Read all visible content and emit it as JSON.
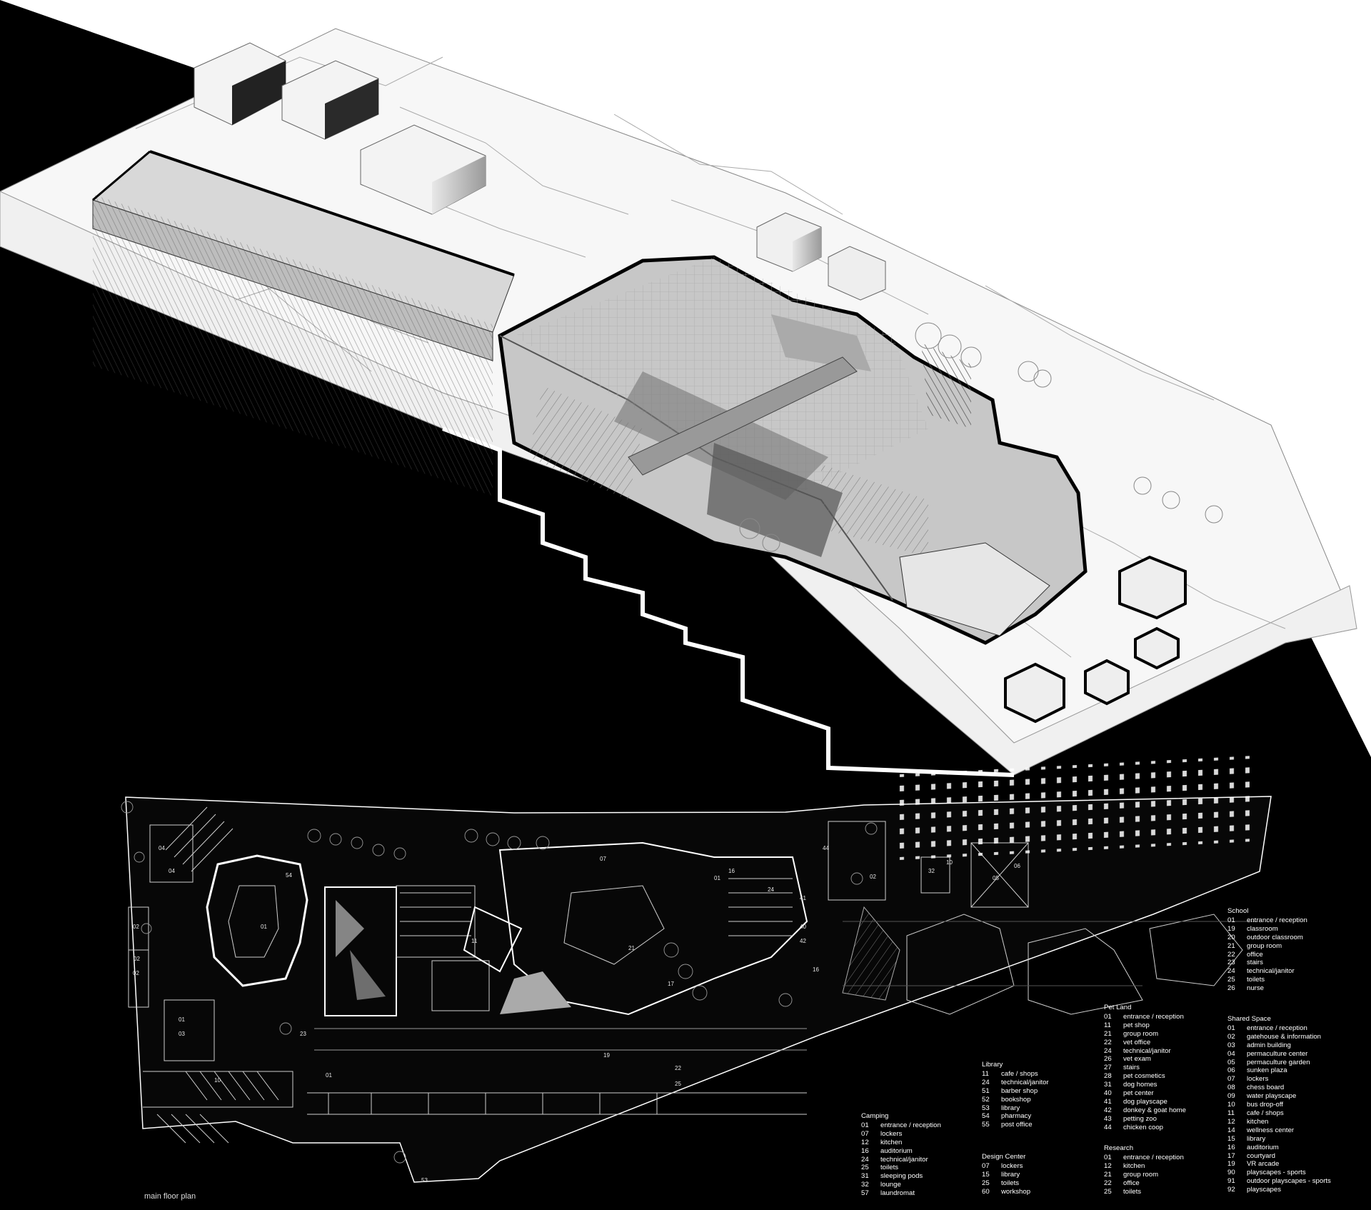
{
  "caption": "main floor plan",
  "plan_labels": [
    "04",
    "04",
    "02",
    "02",
    "02",
    "01",
    "03",
    "10",
    "01",
    "54",
    "23",
    "01",
    "22",
    "25",
    "24",
    "41",
    "40",
    "42",
    "16",
    "17",
    "19",
    "01",
    "16",
    "44",
    "02",
    "32",
    "10",
    "05",
    "06",
    "07",
    "21",
    "11",
    "53"
  ],
  "legends": [
    {
      "id": "camping",
      "title": "Camping",
      "items": [
        [
          "01",
          "entrance / reception"
        ],
        [
          "07",
          "lockers"
        ],
        [
          "12",
          "kitchen"
        ],
        [
          "16",
          "auditorium"
        ],
        [
          "24",
          "technical/janitor"
        ],
        [
          "25",
          "toilets"
        ],
        [
          "31",
          "sleeping pods"
        ],
        [
          "32",
          "lounge"
        ],
        [
          "57",
          "laundromat"
        ]
      ]
    },
    {
      "id": "library",
      "title": "Library",
      "items": [
        [
          "11",
          "cafe / shops"
        ],
        [
          "24",
          "technical/janitor"
        ],
        [
          "51",
          "barber shop"
        ],
        [
          "52",
          "bookshop"
        ],
        [
          "53",
          "library"
        ],
        [
          "54",
          "pharmacy"
        ],
        [
          "55",
          "post office"
        ]
      ]
    },
    {
      "id": "design-center",
      "title": "Design Center",
      "items": [
        [
          "07",
          "lockers"
        ],
        [
          "15",
          "library"
        ],
        [
          "25",
          "toilets"
        ],
        [
          "60",
          "workshop"
        ]
      ]
    },
    {
      "id": "pet-land",
      "title": "Pet Land",
      "items": [
        [
          "01",
          "entrance / reception"
        ],
        [
          "11",
          "pet shop"
        ],
        [
          "21",
          "group room"
        ],
        [
          "22",
          "vet office"
        ],
        [
          "24",
          "technical/janitor"
        ],
        [
          "26",
          "vet exam"
        ],
        [
          "27",
          "stairs"
        ],
        [
          "28",
          "pet cosmetics"
        ],
        [
          "31",
          "dog homes"
        ],
        [
          "40",
          "pet center"
        ],
        [
          "41",
          "dog playscape"
        ],
        [
          "42",
          "donkey & goat home"
        ],
        [
          "43",
          "petting zoo"
        ],
        [
          "44",
          "chicken coop"
        ]
      ]
    },
    {
      "id": "research",
      "title": "Research",
      "items": [
        [
          "01",
          "entrance / reception"
        ],
        [
          "12",
          "kitchen"
        ],
        [
          "21",
          "group room"
        ],
        [
          "22",
          "office"
        ],
        [
          "25",
          "toilets"
        ]
      ]
    },
    {
      "id": "school",
      "title": "School",
      "items": [
        [
          "01",
          "entrance / reception"
        ],
        [
          "19",
          "classroom"
        ],
        [
          "20",
          "outdoor classroom"
        ],
        [
          "21",
          "group room"
        ],
        [
          "22",
          "office"
        ],
        [
          "23",
          "stairs"
        ],
        [
          "24",
          "technical/janitor"
        ],
        [
          "25",
          "toilets"
        ],
        [
          "26",
          "nurse"
        ]
      ]
    },
    {
      "id": "shared-space",
      "title": "Shared Space",
      "items": [
        [
          "01",
          "entrance / reception"
        ],
        [
          "02",
          "gatehouse & information"
        ],
        [
          "03",
          "admin building"
        ],
        [
          "04",
          "permaculture center"
        ],
        [
          "05",
          "permaculture garden"
        ],
        [
          "06",
          "sunken plaza"
        ],
        [
          "07",
          "lockers"
        ],
        [
          "08",
          "chess board"
        ],
        [
          "09",
          "water playscape"
        ],
        [
          "10",
          "bus drop-off"
        ],
        [
          "11",
          "cafe / shops"
        ],
        [
          "12",
          "kitchen"
        ],
        [
          "14",
          "wellness center"
        ],
        [
          "15",
          "library"
        ],
        [
          "16",
          "auditorium"
        ],
        [
          "17",
          "courtyard"
        ],
        [
          "19",
          "VR arcade"
        ],
        [
          "90",
          "playscapes - sports"
        ],
        [
          "91",
          "outdoor playscapes - sports"
        ],
        [
          "92",
          "playscapes"
        ]
      ]
    }
  ]
}
